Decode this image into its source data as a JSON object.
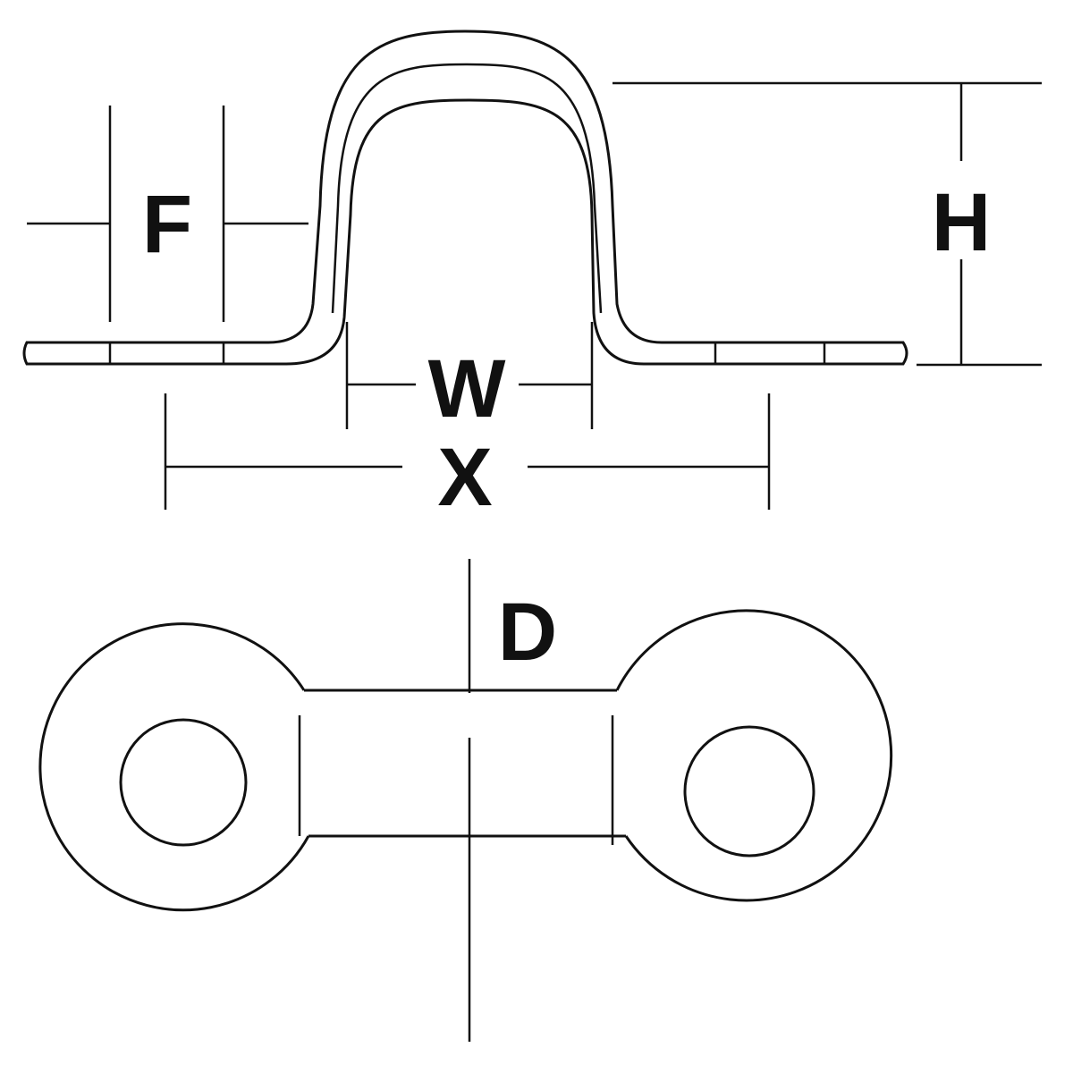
{
  "labels": {
    "f": "F",
    "h": "H",
    "w": "W",
    "x": "X",
    "d": "D"
  },
  "colors": {
    "line": "#111111",
    "background": "#ffffff"
  }
}
